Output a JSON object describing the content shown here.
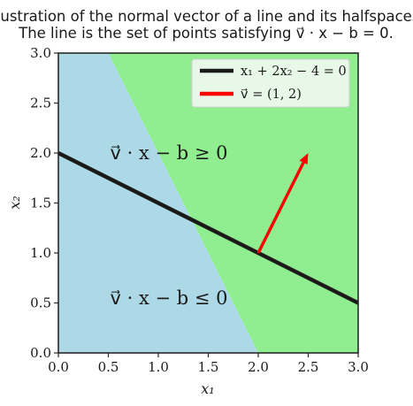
{
  "title_lines": [
    "Illustration of the normal vector of a line and its halfspaces.",
    "The line is the set of points satisfying v⃗ · x − b = 0."
  ],
  "chart_data": {
    "type": "line",
    "xlabel": "x₁",
    "ylabel": "x₂",
    "xlim": [
      0.0,
      3.0
    ],
    "ylim": [
      0.0,
      3.0
    ],
    "xticks": [
      "0.0",
      "0.5",
      "1.0",
      "1.5",
      "2.0",
      "2.5",
      "3.0"
    ],
    "yticks": [
      "0.0",
      "0.5",
      "1.0",
      "1.5",
      "2.0",
      "2.5",
      "3.0"
    ],
    "grid": false,
    "legend_position": "top-right",
    "series": [
      {
        "name": "x₁ + 2x₂ − 4 = 0",
        "kind": "line",
        "color": "#1a1a1a",
        "points": [
          [
            0.0,
            2.0
          ],
          [
            3.0,
            0.5
          ]
        ]
      },
      {
        "name": "v⃗ = (1, 2)",
        "kind": "arrow",
        "color": "#ff0000",
        "from": [
          2.0,
          1.0
        ],
        "to": [
          2.5,
          2.0
        ]
      }
    ],
    "regions": [
      {
        "label": "v⃗ · x − b ≥ 0",
        "color": "#90ee90",
        "polygon": [
          [
            0.5,
            3.0
          ],
          [
            3.0,
            3.0
          ],
          [
            3.0,
            0.0
          ],
          [
            2.0,
            0.0
          ]
        ],
        "label_at": [
          0.5,
          2.0
        ]
      },
      {
        "label": "v⃗ · x − b ≤ 0",
        "color": "#add8e6",
        "polygon": [
          [
            0.0,
            0.0
          ],
          [
            2.0,
            0.0
          ],
          [
            0.5,
            3.0
          ],
          [
            0.0,
            3.0
          ]
        ],
        "label_at": [
          0.5,
          0.55
        ]
      }
    ]
  }
}
